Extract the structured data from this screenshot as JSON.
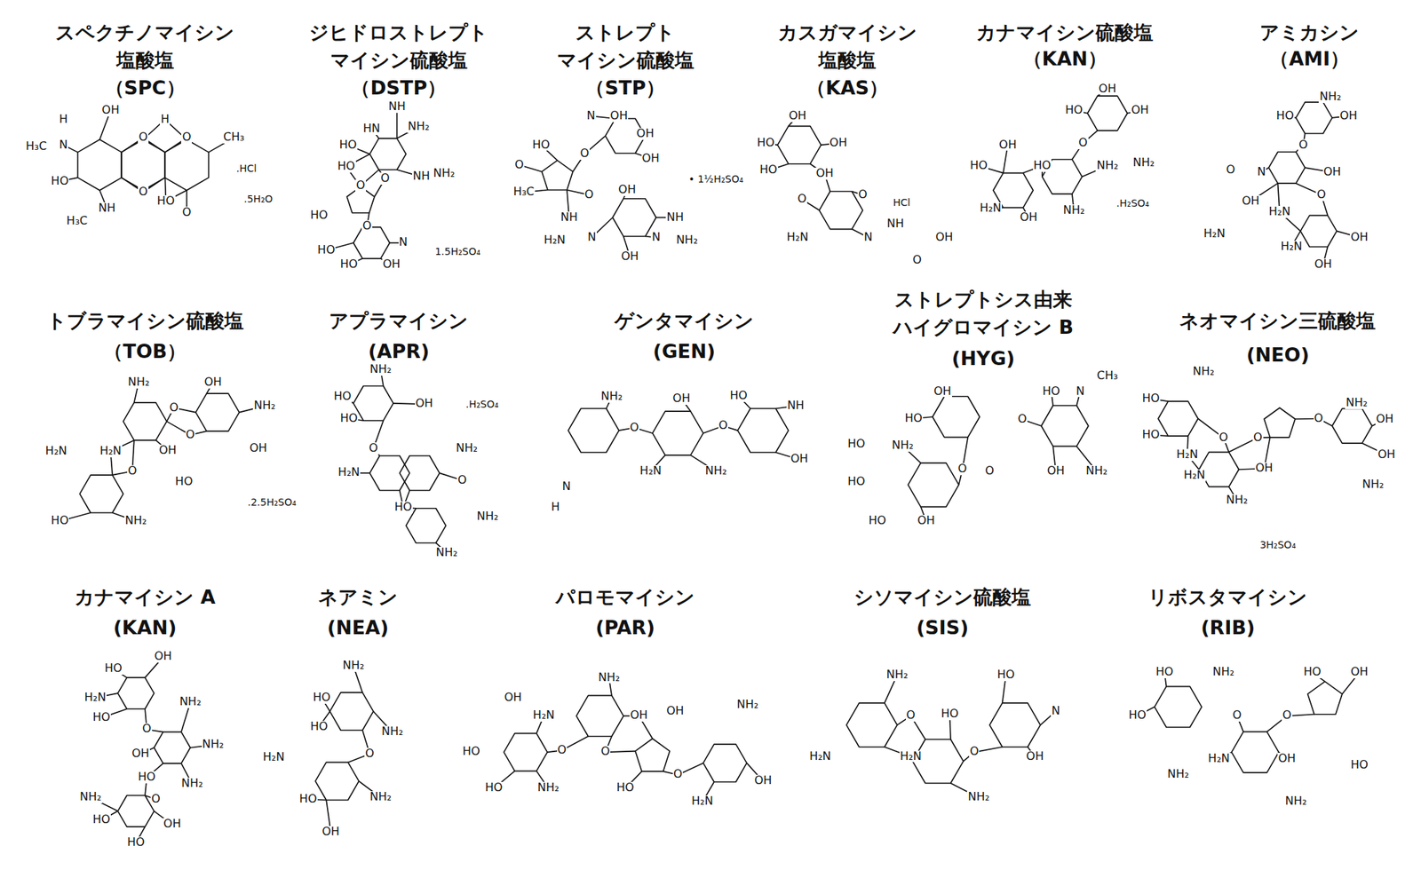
{
  "diagram": {
    "labels": [
      "スペクチノマイシン 塩酸塩",
      "（SPC）",
      "H",
      "N",
      "H₃C",
      "OH",
      "O",
      "H",
      "O",
      "CH₃",
      "HO",
      "O",
      "HO",
      "O",
      "NH",
      "H₃C",
      ".HCl",
      ".5H₂O",
      "ジヒドロストレプト マイシン硫酸塩",
      "（DSTP）",
      "NH",
      "HN",
      "NH₂",
      "HO",
      "HO",
      "NH",
      "NH₂",
      "O",
      "O",
      "HO",
      "O",
      "N",
      "HO",
      "HO",
      "OH",
      "1.5H₂SO₄",
      "ストレプト マイシン硫酸塩",
      "（STP）",
      "OH",
      "N",
      "OH",
      "OH",
      "O",
      "HO",
      "O",
      "H₃C",
      "O",
      "OH",
      "NH",
      "NH",
      "H₂N",
      "N",
      "N",
      "NH₂",
      "OH",
      "• 1½H₂SO₄",
      "カスガマイシン 塩酸塩",
      "（KAS）",
      "OH",
      "HO",
      "OH",
      "HO",
      "OH",
      "O",
      "O",
      "H₂N",
      "N",
      "NH",
      "OH",
      "O",
      "HCl",
      "カナマイシン硫酸塩",
      "（KAN）",
      "OH",
      "HO",
      "OH",
      "O",
      "NH₂",
      "NH₂",
      "OH",
      "HO",
      "HO",
      "H₂N",
      "OH",
      "NH₂",
      ".H₂SO₄",
      "アミカシン",
      "（AMI）",
      "NH₂",
      "HO",
      "OH",
      "O",
      "O",
      "N",
      "OH",
      "O",
      "OH",
      "H₂N",
      "H₂N",
      "H₂N",
      "OH",
      "OH",
      "トブラマイシン硫酸塩",
      "（TOB）",
      "NH₂",
      "O",
      "OH",
      "NH₂",
      "O",
      "OH",
      "HO",
      "H₂N",
      "H₂N",
      "OH",
      "O",
      "HO",
      "NH₂",
      ".2.5H₂SO₄",
      "アプラマイシン",
      "(APR)",
      "NH₂",
      "HO",
      "HO",
      "OH",
      "O",
      "NH₂",
      "H₂N",
      "O",
      "HO",
      "NH₂",
      "NH₂",
      ".H₂SO₄",
      "ゲンタマイシン",
      "(GEN)",
      "NH₂",
      "O",
      "OH",
      "O",
      "HO",
      "NH",
      "OH",
      "H₂N",
      "NH₂",
      "N",
      "H",
      "ストレプトシス由来 ハイグロマイシン B",
      "(HYG)",
      "OH",
      "HO",
      "O",
      "HO",
      "N",
      "CH₃",
      "O",
      "O",
      "NH₂",
      "HO",
      "OH",
      "NH₂",
      "HO",
      "HO",
      "OH",
      "ネオマイシン三硫酸塩",
      "(NEO)",
      "NH₂",
      "HO",
      "HO",
      "H₂N",
      "O",
      "O",
      "O",
      "NH₂",
      "OH",
      "OH",
      "H₂N",
      "OH",
      "NH₂",
      "NH₂",
      "3H₂SO₄",
      "カナマイシン A",
      "(KAN)",
      "OH",
      "HO",
      "H₂N",
      "HO",
      "O",
      "NH₂",
      "OH",
      "NH₂",
      "HO",
      "NH₂",
      "O",
      "NH₂",
      "HO",
      "OH",
      "HO",
      "ネアミン",
      "(NEA)",
      "NH₂",
      "HO",
      "HO",
      "NH₂",
      "O",
      "H₂N",
      "HO",
      "NH₂",
      "OH",
      "パロモマイシン",
      "(PAR)",
      "NH₂",
      "H₂N",
      "OH",
      "OH",
      "O",
      "O",
      "OH",
      "NH₂",
      "HO",
      "HO",
      "NH₂",
      "O",
      "HO",
      "OH",
      "H₂N",
      "シソマイシン硫酸塩",
      "(SIS)",
      "NH₂",
      "O",
      "HO",
      "O",
      "HO",
      "N",
      "OH",
      "H₂N",
      "H₂N",
      "NH₂",
      "リボスタマイシン",
      "(RIB)",
      "HO",
      "NH₂",
      "HO",
      "O",
      "O",
      "HO",
      "OH",
      "H₂N",
      "OH",
      "NH₂",
      "HO",
      "NH₂"
    ]
  }
}
